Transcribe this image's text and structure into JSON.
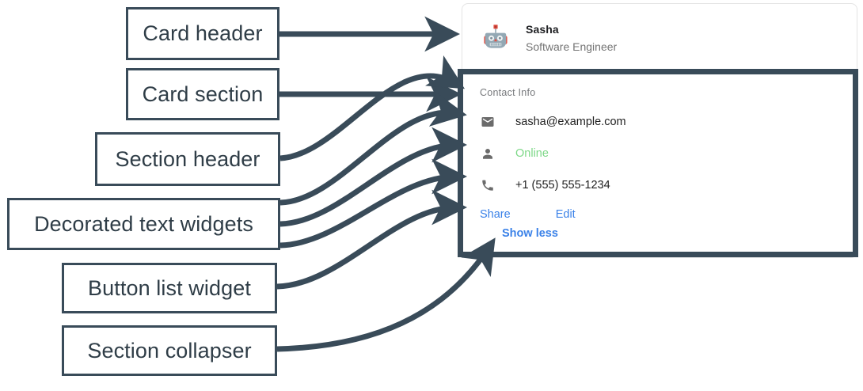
{
  "annotations": [
    {
      "id": "card-header",
      "label": "Card header"
    },
    {
      "id": "card-section",
      "label": "Card section"
    },
    {
      "id": "section-header",
      "label": "Section header"
    },
    {
      "id": "decorated",
      "label": "Decorated text widgets"
    },
    {
      "id": "button-list",
      "label": "Button list widget"
    },
    {
      "id": "collapser",
      "label": "Section collapser"
    }
  ],
  "card": {
    "header": {
      "avatar_icon": "robot-avatar-icon",
      "title": "Sasha",
      "subtitle": "Software Engineer"
    },
    "section": {
      "title": "Contact Info",
      "rows": [
        {
          "icon": "email-icon",
          "text": "sasha@example.com",
          "state": "normal"
        },
        {
          "icon": "person-icon",
          "text": "Online",
          "state": "online"
        },
        {
          "icon": "phone-icon",
          "text": "+1 (555) 555-1234",
          "state": "normal"
        }
      ],
      "buttons": [
        {
          "label": "Share"
        },
        {
          "label": "Edit"
        }
      ],
      "collapser": {
        "label": "Show less"
      }
    }
  },
  "colors": {
    "annotation_stroke": "#394b59",
    "annotation_text": "#2f3d47",
    "card_border": "#e4e4e4",
    "link_blue": "#3b82e8",
    "online_green": "#7ed888",
    "muted_text": "#747474",
    "section_title": "#77797c",
    "body_text": "#1f1f1f",
    "icon_gray": "#6b6b6b",
    "robot_body": "#93a8b4",
    "robot_accent": "#e34f42"
  }
}
